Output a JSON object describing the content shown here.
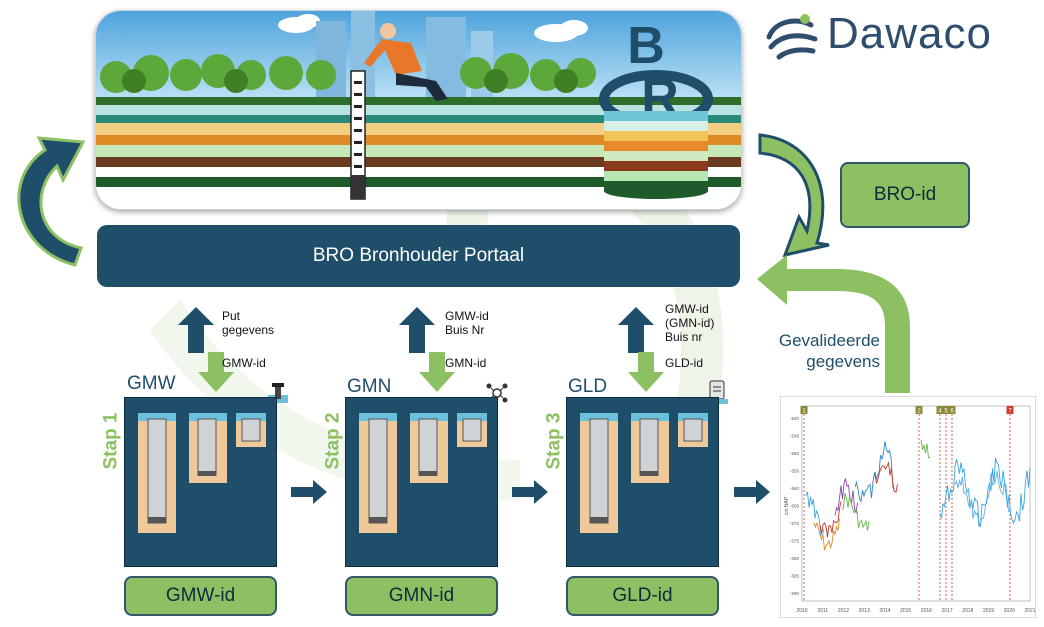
{
  "logo": {
    "name": "Dawaco"
  },
  "banner": {
    "letters": [
      "B",
      "R",
      "O"
    ]
  },
  "portal": {
    "label": "BRO Bronhouder Portaal"
  },
  "bro_id": {
    "label": "BRO-id"
  },
  "validated": {
    "label_line1": "Gevalideerde",
    "label_line2": "gegevens"
  },
  "steps": [
    {
      "stap": "Stap 1",
      "title": "GMW",
      "up_line1": "Put",
      "up_line2": "gegevens",
      "up_line3": "",
      "down": "GMW-id",
      "id_box": "GMW-id"
    },
    {
      "stap": "Stap 2",
      "title": "GMN",
      "up_line1": "GMW-id",
      "up_line2": "Buis Nr",
      "up_line3": "",
      "down": "GMN-id",
      "id_box": "GMN-id"
    },
    {
      "stap": "Stap 3",
      "title": "GLD",
      "up_line1": "GMW-id",
      "up_line2": "(GMN-id)",
      "up_line3": "Buis nr",
      "down": "GLD-id",
      "id_box": "GLD-id"
    }
  ],
  "chart": {
    "markers": [
      "1",
      "2",
      "4",
      "5",
      "6",
      "7"
    ],
    "years": [
      "2010",
      "2011",
      "2012",
      "2013",
      "2014",
      "2015",
      "2016",
      "2017",
      "2018",
      "2019",
      "2020",
      "2021"
    ],
    "y_ticks": [
      "-540",
      "-545",
      "-550",
      "-555",
      "-560",
      "-565",
      "-570",
      "-575",
      "-580",
      "-585",
      "-590"
    ],
    "ylabel": "cm NAP"
  },
  "colors": {
    "navy": "#1f4e6b",
    "green": "#8dc063",
    "green_dark": "#5f9a3a"
  }
}
